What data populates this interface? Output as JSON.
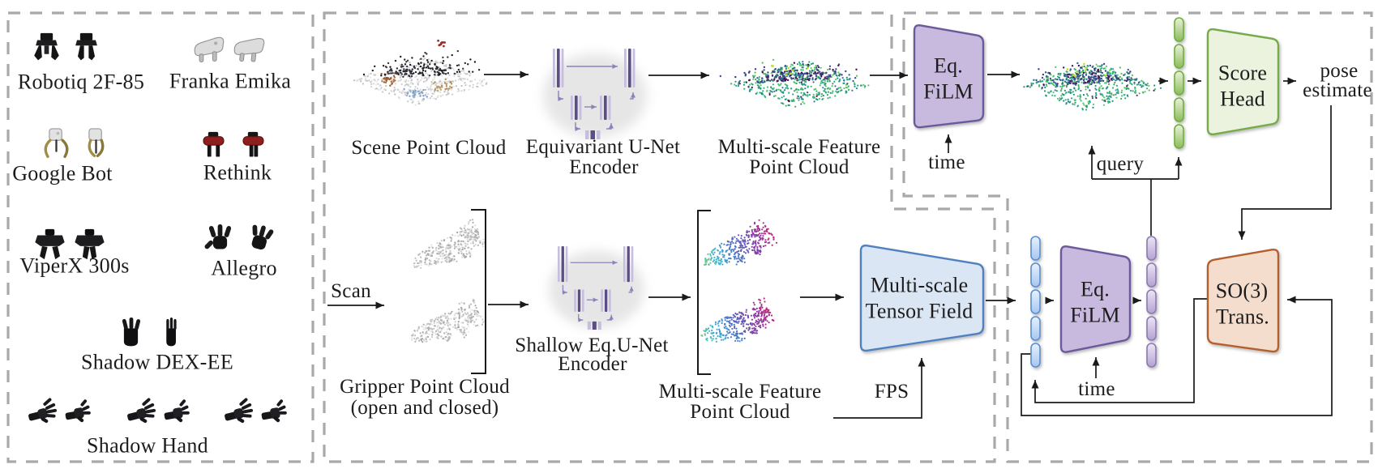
{
  "panels": {
    "grippers": {
      "items": [
        {
          "id": "robotiq-2f85",
          "label": "Robotiq 2F-85"
        },
        {
          "id": "franka-emika",
          "label": "Franka Emika"
        },
        {
          "id": "google-bot",
          "label": "Google Bot"
        },
        {
          "id": "rethink",
          "label": "Rethink"
        },
        {
          "id": "viperx-300s",
          "label": "ViperX 300s"
        },
        {
          "id": "allegro",
          "label": "Allegro"
        },
        {
          "id": "shadow-dex-ee",
          "label": "Shadow DEX-EE"
        },
        {
          "id": "shadow-hand",
          "label": "Shadow Hand"
        }
      ]
    },
    "encoding": {
      "scene_label": "Scene Point Cloud",
      "scene_encoder": {
        "line1": "Equivariant U-Net",
        "line2": "Encoder"
      },
      "scene_feature": {
        "line1": "Multi-scale Feature",
        "line2": "Point Cloud"
      },
      "scan_label": "Scan",
      "gripper_cloud": {
        "line1": "Gripper Point Cloud",
        "line2": "(open and closed)"
      },
      "gripper_encoder": {
        "line1": "Shallow Eq.U-Net",
        "line2": "Encoder"
      },
      "gripper_feature": {
        "line1": "Multi-scale Feature",
        "line2": "Point Cloud"
      },
      "tensor_block": {
        "line1": "Multi-scale",
        "line2": "Tensor Field"
      },
      "fps_label": "FPS"
    },
    "diffusion": {
      "film_top": {
        "line1": "Eq.",
        "line2": "FiLM"
      },
      "time_top": "time",
      "query_label": "query",
      "score_block": {
        "line1": "Score",
        "line2": "Head"
      },
      "pose": {
        "line1": "pose",
        "line2": "estimate"
      },
      "film_bottom": {
        "line1": "Eq.",
        "line2": "FiLM"
      },
      "time_bottom": "time",
      "so3_block": {
        "line1": "SO(3)",
        "line2": "Trans."
      }
    }
  },
  "colors": {
    "line": "#1a1a1a",
    "dashed_border": "#a9a9a9",
    "film_fill": "#c7bade",
    "film_stroke": "#6a5a9c",
    "score_fill": "#ebf3df",
    "score_stroke": "#74ab48",
    "tensor_fill": "#dbe6f4",
    "tensor_stroke": "#4f80c0",
    "so3_fill": "#f4ddcd",
    "so3_stroke": "#b2602d",
    "capsule_green": "#6fae3f",
    "capsule_blue": "#5b8ed1",
    "capsule_purple": "#8b79b2",
    "unet_dark": "#5c4d86",
    "unet_light": "#c6bede",
    "unet_arrow": "#8d81b8"
  }
}
